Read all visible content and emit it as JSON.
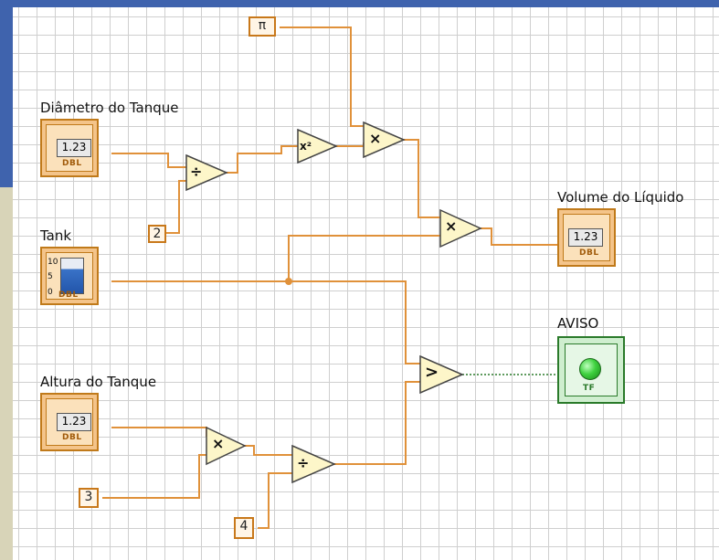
{
  "labels": {
    "diametro": "Diâmetro do Tanque",
    "tank": "Tank",
    "altura": "Altura do Tanque",
    "volume": "Volume do Líquido",
    "aviso": "AVISO"
  },
  "controls": {
    "diametro_value": "1.23",
    "altura_value": "1.23",
    "volume_value": "1.23",
    "dbl_tag": "DBL",
    "tf_tag": "TF"
  },
  "tank_scale": {
    "top": "10",
    "mid": "5",
    "bottom": "0"
  },
  "constants": {
    "pi": "π",
    "two": "2",
    "three": "3",
    "four": "4"
  },
  "operators": {
    "divide": "÷",
    "square": "x²",
    "multiply": "×",
    "greater": ">"
  },
  "colors": {
    "wire_orange": "#e0913a",
    "wire_boolean": "#2a7a2a",
    "led_green": "#3fd13f",
    "background_blue": "#3f63ad"
  }
}
